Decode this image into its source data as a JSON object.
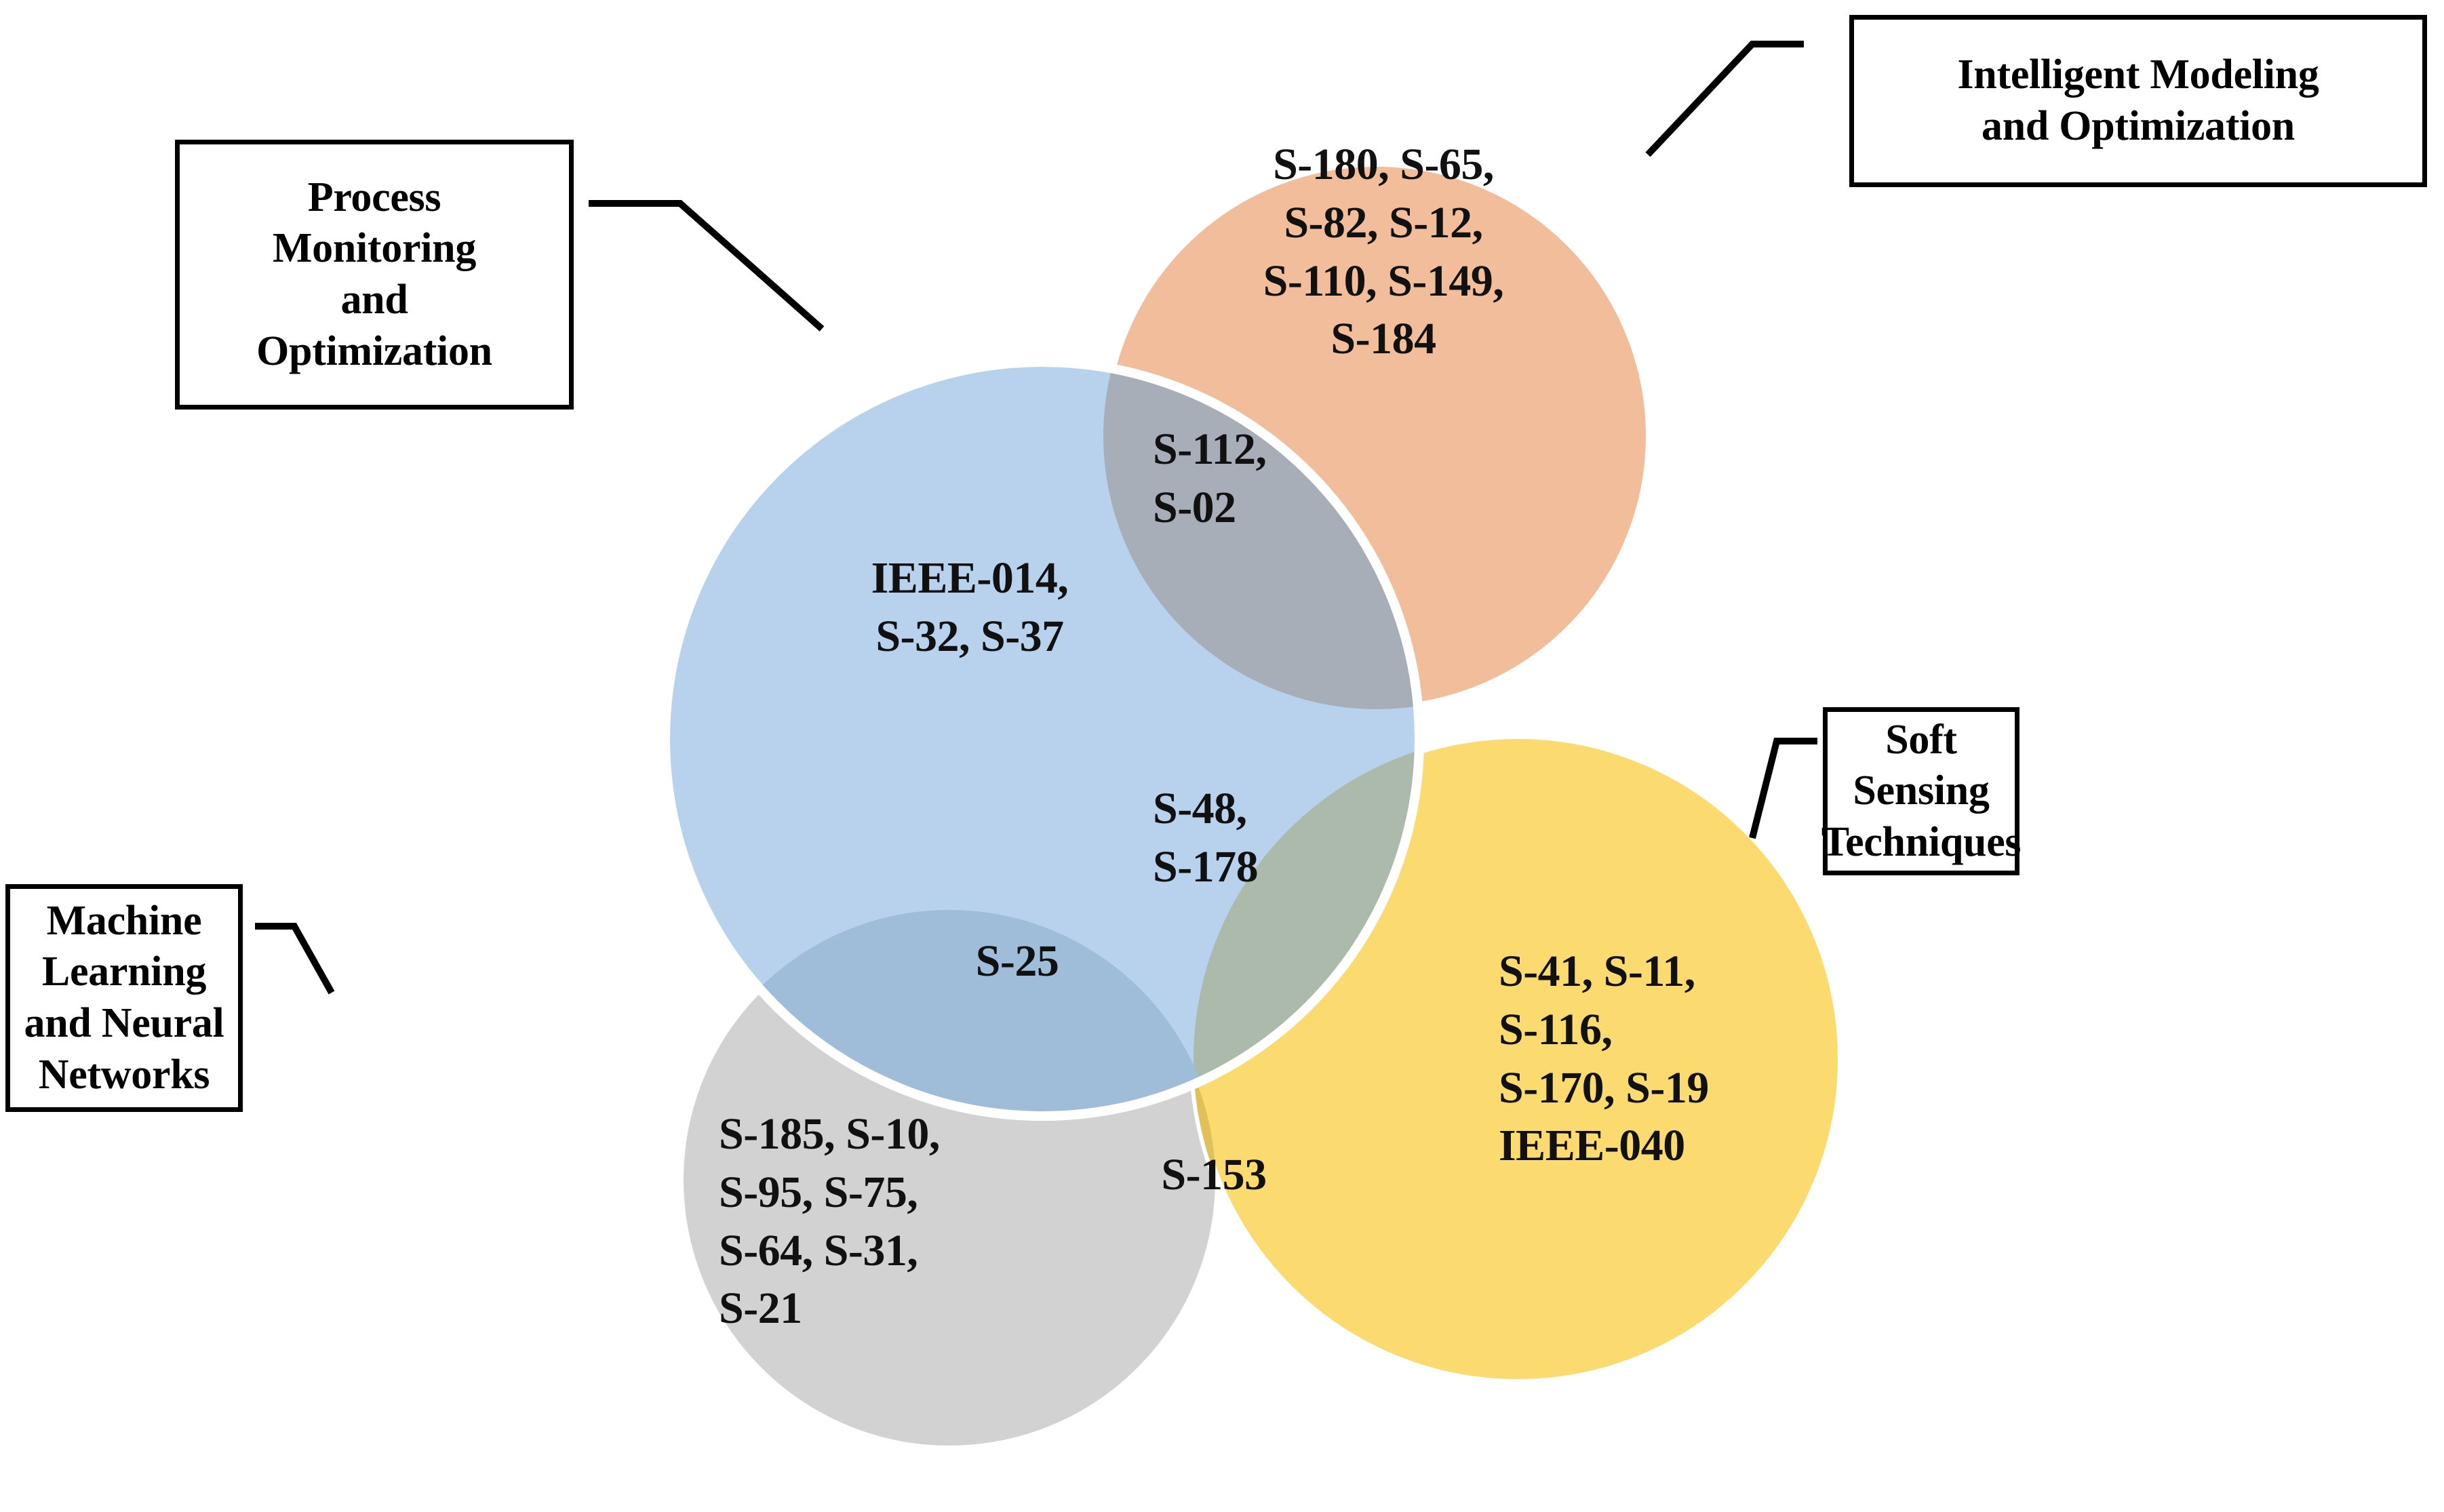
{
  "diagram": {
    "type": "venn",
    "title": "",
    "background": "#ffffff",
    "sets": [
      {
        "key": "process",
        "label": "Process\nMonitoring\nand\nOptimization",
        "color": "#aeccea",
        "items": [
          "IEEE-014",
          "S-32",
          "S-37"
        ],
        "items_text": "IEEE-014,\nS-32, S-37"
      },
      {
        "key": "intelligent",
        "label": "Intelligent Modeling\nand Optimization",
        "color": "#f2bd9a",
        "items": [
          "S-180",
          "S-65",
          "S-82",
          "S-12",
          "S-110",
          "S-149",
          "S-184"
        ],
        "items_text": "S-180, S-65,\nS-82, S-12,\nS-110, S-149,\nS-184"
      },
      {
        "key": "soft_sensing",
        "label": "Soft Sensing\nTechniques",
        "color": "#fbd96d",
        "items": [
          "S-41",
          "S-11",
          "S-116",
          "S-170",
          "S-19",
          "IEEE-040"
        ],
        "items_text": "S-41, S-11,\nS-116,\nS-170, S-19\nIEEE-040"
      },
      {
        "key": "machine_learning",
        "label": "Machine Learning\nand Neural\nNetworks",
        "color": "#d2d2d2",
        "items": [
          "S-185",
          "S-10",
          "S-95",
          "S-75",
          "S-64",
          "S-31",
          "S-21"
        ],
        "items_text": "S-185, S-10,\nS-95, S-75,\nS-64, S-31,\nS-21"
      }
    ],
    "intersections": [
      {
        "key": "process_intelligent",
        "sets": [
          "process",
          "intelligent"
        ],
        "color": "#a8aeb8",
        "items": [
          "S-112",
          "S-02"
        ],
        "items_text": "S-112,\nS-02"
      },
      {
        "key": "process_soft_sensing",
        "sets": [
          "process",
          "soft_sensing"
        ],
        "color": "#abbaab",
        "items": [
          "S-48",
          "S-178"
        ],
        "items_text": "S-48,\nS-178"
      },
      {
        "key": "process_machine_learning",
        "sets": [
          "process",
          "machine_learning"
        ],
        "color": "#9fbcd9",
        "items": [
          "S-25"
        ],
        "items_text": "S-25"
      },
      {
        "key": "machine_learning_soft_sensing",
        "sets": [
          "machine_learning",
          "soft_sensing"
        ],
        "color": "#e0c059",
        "items": [
          "S-153"
        ],
        "items_text": "S-153"
      }
    ],
    "stroke_color": "#ffffff",
    "leader_line_color": "#000000"
  }
}
